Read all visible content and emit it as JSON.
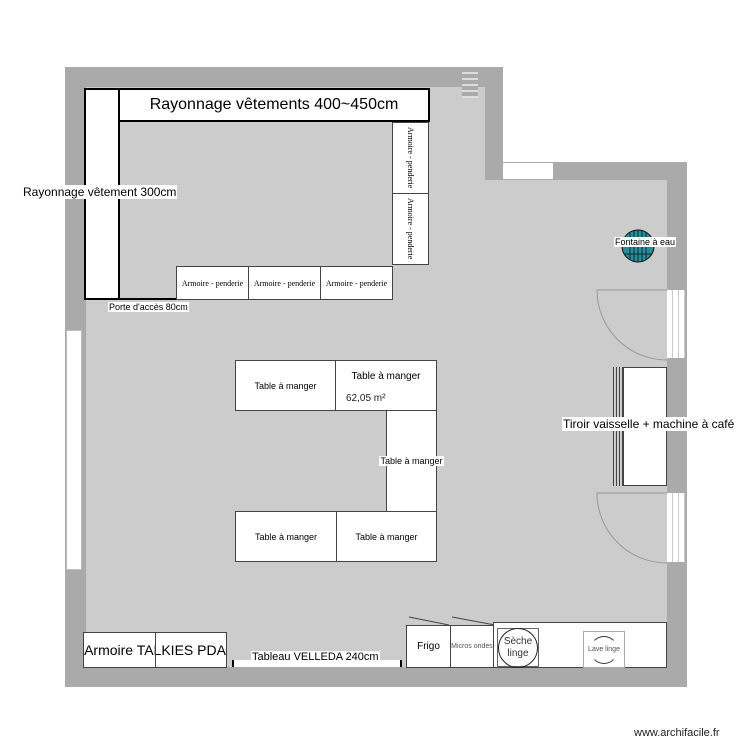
{
  "colors": {
    "wall": "#aaaaaa",
    "floor": "#cccccc",
    "fountain": "#2a8c9a"
  },
  "labels": {
    "shelf_top": "Rayonnage vêtements 400~450cm",
    "shelf_left": "Rayonnage vêtement 300cm",
    "access_door": "Porte d'accès 80cm",
    "wardrobes": [
      "Armoire - penderie",
      "Armoire - penderie",
      "Armoire - penderie",
      "Armoire - penderie",
      "Armoire - penderie"
    ],
    "tables": [
      "Table à manger",
      "Table à manger",
      "Table à manger",
      "Table à manger",
      "Table à manger"
    ],
    "area": "62,05 m²",
    "fountain": "Fontaine à eau",
    "dish_drawer": "Tiroir vaisselle + machine à café",
    "talkies": "Armoire TALKIES PDA",
    "whiteboard": "Tableau VELLEDA 240cm",
    "fridge": "Frigo",
    "microwave": "Micros ondes",
    "dryer": "Sèche linge",
    "washer": "Lave linge"
  },
  "watermark": "www.archifacile.fr"
}
